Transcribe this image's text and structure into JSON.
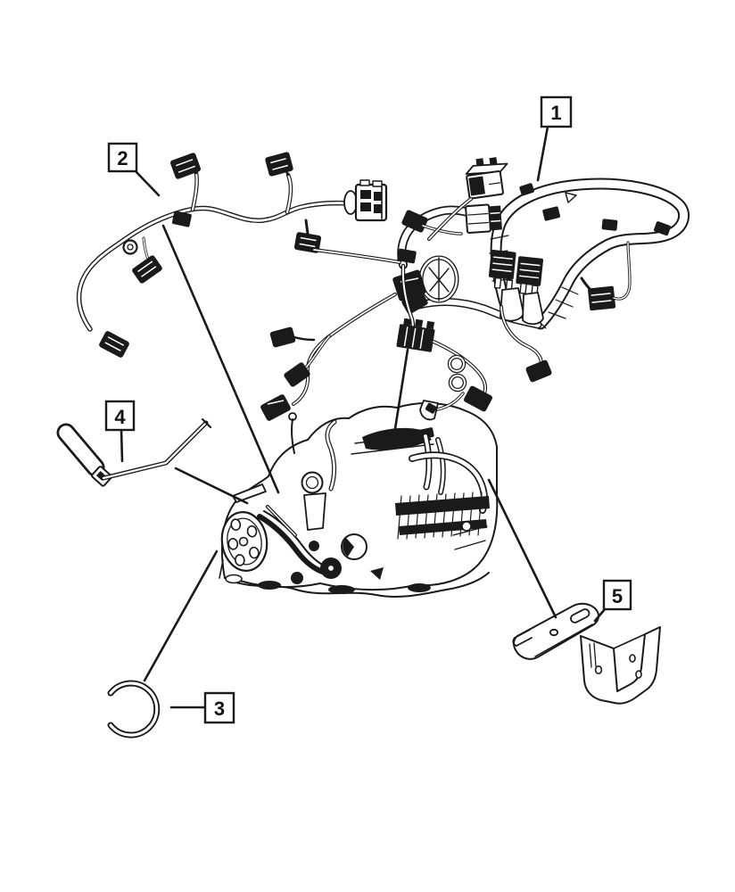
{
  "diagram": {
    "background_color": "#ffffff",
    "line_color": "#1a1a1a",
    "callouts": [
      {
        "label": "1",
        "points_to": "engine-wiring-harness-right"
      },
      {
        "label": "2",
        "points_to": "engine-wiring-harness-left"
      },
      {
        "label": "3",
        "points_to": "retainer-clip"
      },
      {
        "label": "4",
        "points_to": "strap-retainer"
      },
      {
        "label": "5",
        "points_to": "mounting-bracket"
      }
    ]
  }
}
